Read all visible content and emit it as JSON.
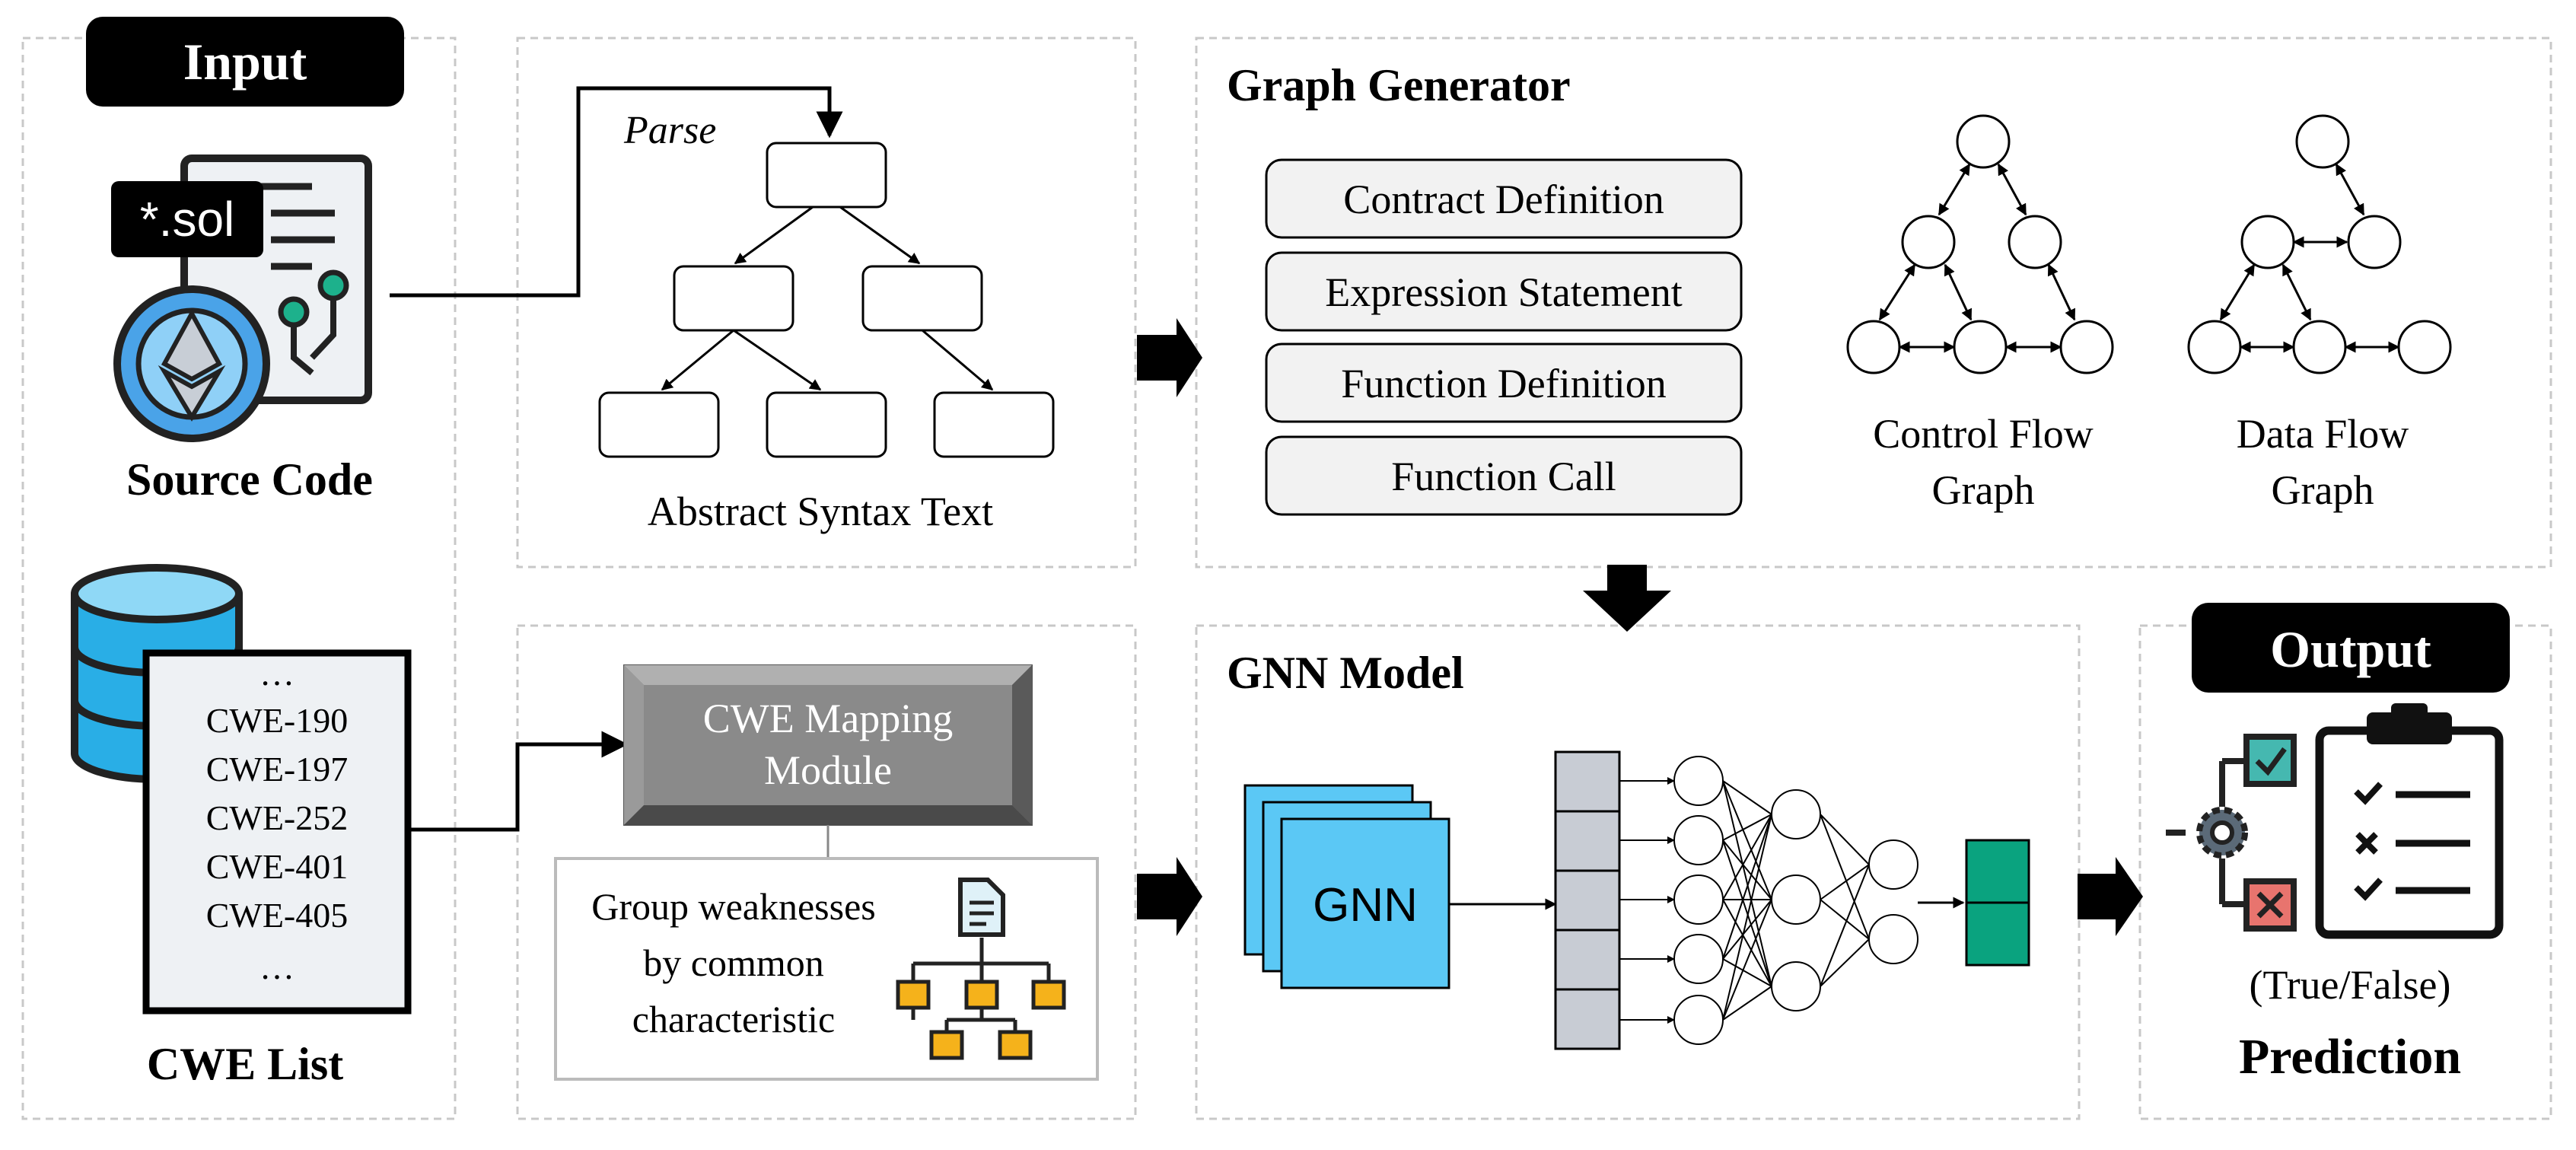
{
  "input": {
    "badge": "Input",
    "file_ext": "*.sol",
    "source_code_label": "Source Code",
    "cwe_list_label": "CWE List",
    "cwe_items": [
      "…",
      "CWE-190",
      "CWE-197",
      "CWE-252",
      "CWE-401",
      "CWE-405",
      "…"
    ]
  },
  "parse": {
    "label": "Parse",
    "ast_label": "Abstract Syntax Text"
  },
  "graph_generator": {
    "title": "Graph Generator",
    "node_types": [
      "Contract Definition",
      "Expression Statement",
      "Function Definition",
      "Function Call"
    ],
    "cfg_label_line1": "Control Flow",
    "cfg_label_line2": "Graph",
    "dfg_label_line1": "Data Flow",
    "dfg_label_line2": "Graph"
  },
  "cwe_mapping": {
    "module_line1": "CWE Mapping",
    "module_line2": "Module",
    "desc_line1": "Group weaknesses",
    "desc_line2": "by common",
    "desc_line3": "characteristic"
  },
  "gnn": {
    "title": "GNN Model",
    "block_label": "GNN"
  },
  "output": {
    "badge": "Output",
    "result": "(True/False)",
    "prediction_label": "Prediction"
  },
  "colors": {
    "badge_bg": "#000000",
    "gnn_blue": "#5bc8f5",
    "output_green": "#0aa37f",
    "ether_blue": "#4aa3e8",
    "db_blue": "#29aee6",
    "org_yellow": "#f5b21b",
    "check_teal": "#45b8b0",
    "cross_red": "#e8746e"
  }
}
